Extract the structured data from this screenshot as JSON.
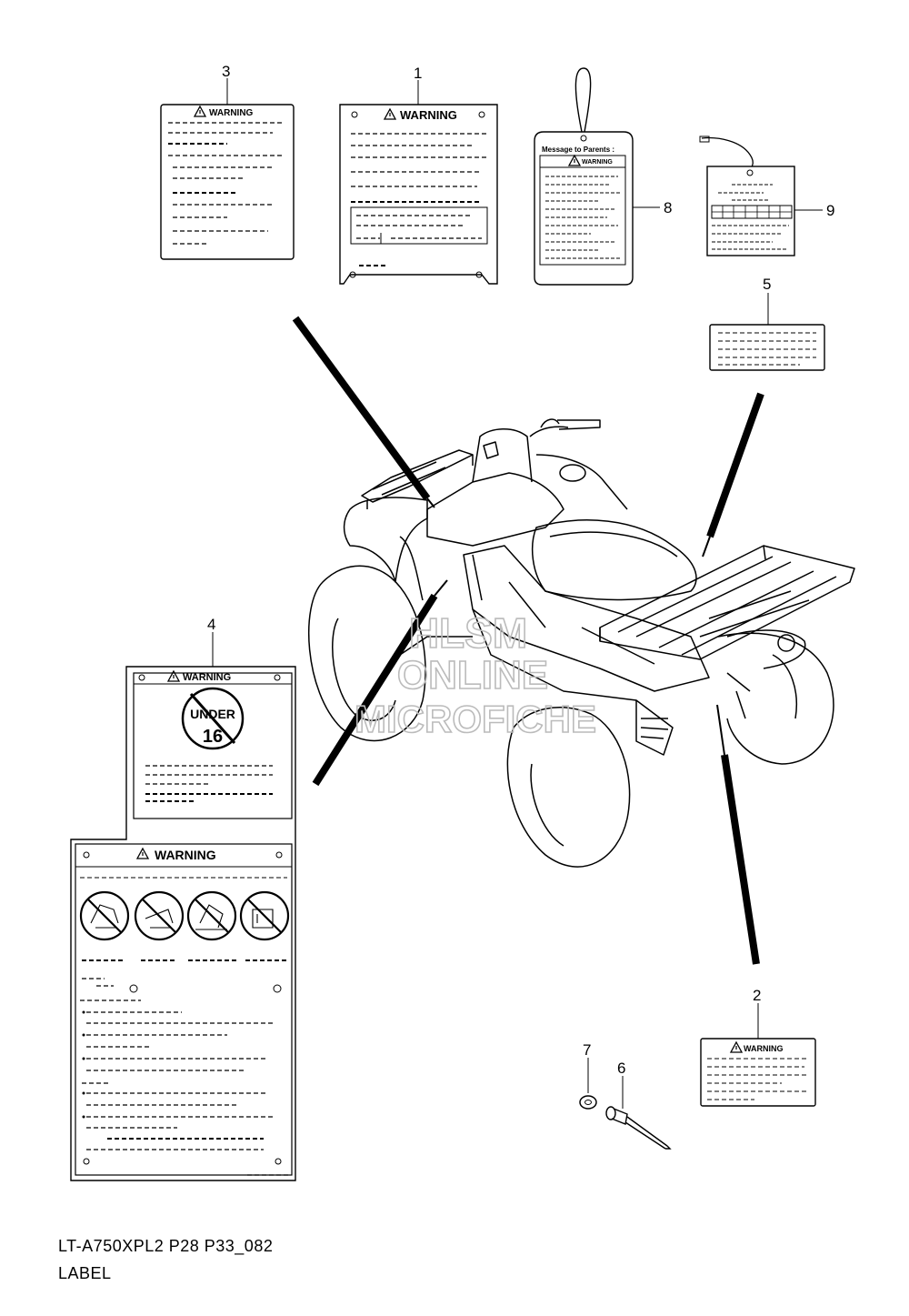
{
  "callouts": [
    "1",
    "2",
    "3",
    "4",
    "5",
    "6",
    "7",
    "8",
    "9"
  ],
  "labels": {
    "warning": "WARNING",
    "message_to_parents": "Message to Parents :",
    "under": "UNDER",
    "age": "16"
  },
  "watermark": [
    "HLSM",
    "ONLINE",
    "MICROFICHE"
  ],
  "footer": {
    "code": "LT-A750XPL2 P28 P33_082",
    "title": "LABEL"
  }
}
